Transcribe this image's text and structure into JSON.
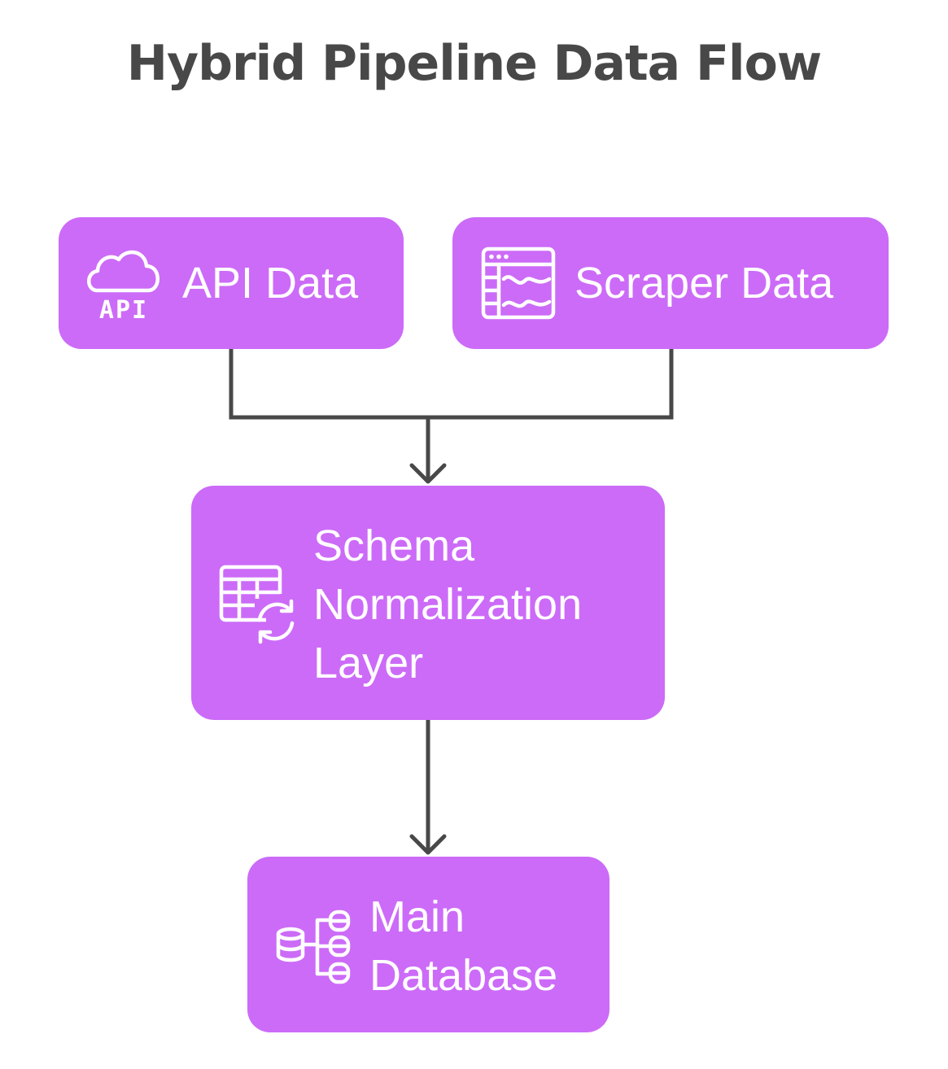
{
  "title": "Hybrid Pipeline Data Flow",
  "nodes": {
    "api": {
      "label": "API Data",
      "icon": "cloud-api-icon",
      "icon_text": "API"
    },
    "scraper": {
      "label": "Scraper Data",
      "icon": "web-scraper-icon"
    },
    "schema": {
      "label_lines": [
        "Schema",
        "Normalization",
        "Layer"
      ],
      "icon": "table-sync-icon"
    },
    "database": {
      "label_lines": [
        "Main",
        "Database"
      ],
      "icon": "database-hierarchy-icon"
    }
  },
  "edges": [
    {
      "from": "API Data",
      "to": "Schema Normalization Layer"
    },
    {
      "from": "Scraper Data",
      "to": "Schema Normalization Layer"
    },
    {
      "from": "Schema Normalization Layer",
      "to": "Main Database"
    }
  ],
  "colors": {
    "node_fill": "#cc6bf8",
    "node_text": "#ffffff",
    "title": "#484848",
    "connector": "#484848"
  }
}
